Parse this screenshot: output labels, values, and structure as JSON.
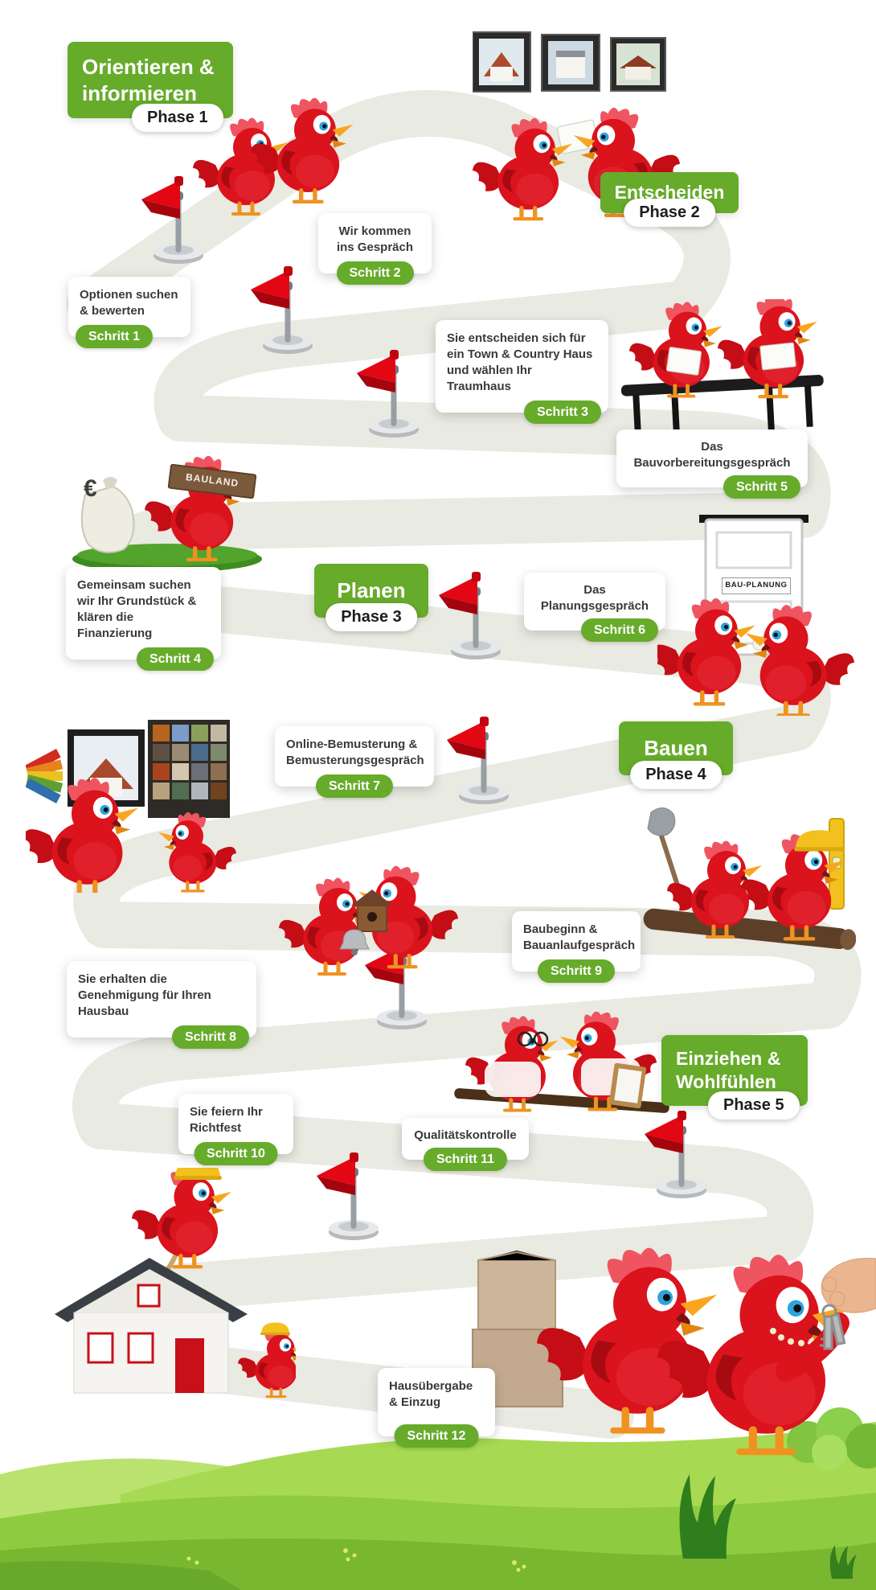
{
  "colors": {
    "accent_green": "#67ab2b",
    "road_gray": "#e9eae1",
    "bird_red": "#da131d",
    "text_dark": "#3a3a38"
  },
  "phases": [
    {
      "title": "Orientieren & informieren",
      "badge": "Phase 1"
    },
    {
      "title": "Entscheiden",
      "badge": "Phase 2"
    },
    {
      "title": "Planen",
      "badge": "Phase 3"
    },
    {
      "title": "Bauen",
      "badge": "Phase 4"
    },
    {
      "title": "Einziehen & Wohlfühlen",
      "badge": "Phase 5"
    }
  ],
  "steps": [
    {
      "text": "Optionen suchen & bewerten",
      "badge": "Schritt 1"
    },
    {
      "text": "Wir kommen ins Gespräch",
      "badge": "Schritt 2"
    },
    {
      "text": "Sie entscheiden sich für ein Town & Country Haus und wählen Ihr Traumhaus",
      "badge": "Schritt 3"
    },
    {
      "text": "Gemeinsam suchen wir Ihr Grundstück & klären die Finanzierung",
      "badge": "Schritt 4"
    },
    {
      "text": "Das Bauvorbereitungsgespräch",
      "badge": "Schritt 5"
    },
    {
      "text": "Das Planungsgespräch",
      "badge": "Schritt 6"
    },
    {
      "text": "Online-Bemusterung & Bemusterungsgespräch",
      "badge": "Schritt 7"
    },
    {
      "text": "Sie erhalten die Genehmigung für Ihren Hausbau",
      "badge": "Schritt 8"
    },
    {
      "text": "Baubeginn & Bauanlaufgespräch",
      "badge": "Schritt 9"
    },
    {
      "text": "Sie feiern Ihr Richtfest",
      "badge": "Schritt 10"
    },
    {
      "text": "Qualitätskontrolle",
      "badge": "Schritt 11"
    },
    {
      "text": "Hausübergabe & Einzug",
      "badge": "Schritt 12"
    }
  ],
  "signs": {
    "bauland": "BAULAND",
    "bauplanung": "BAU-PLANUNG",
    "euro": "€"
  }
}
